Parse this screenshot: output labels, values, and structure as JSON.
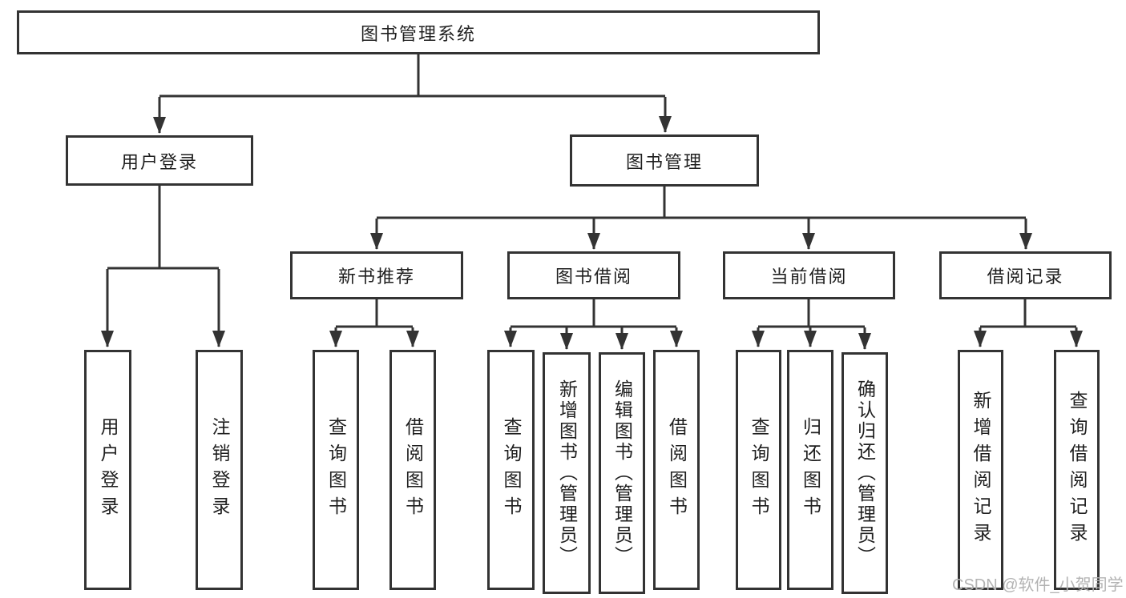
{
  "diagram": {
    "title_node": "图书管理系统",
    "root": {
      "label": "图书管理系统"
    },
    "branches": [
      {
        "label": "用户登录",
        "children": [
          {
            "label": "用户登录"
          },
          {
            "label": "注销登录"
          }
        ]
      },
      {
        "label": "图书管理",
        "groups": [
          {
            "label": "新书推荐",
            "children": [
              {
                "label": "查询图书"
              },
              {
                "label": "借阅图书"
              }
            ]
          },
          {
            "label": "图书借阅",
            "children": [
              {
                "label": "查询图书"
              },
              {
                "label": "新增图书（管理员）"
              },
              {
                "label": "编辑图书（管理员）"
              },
              {
                "label": "借阅图书"
              }
            ]
          },
          {
            "label": "当前借阅",
            "children": [
              {
                "label": "查询图书"
              },
              {
                "label": "归还图书"
              },
              {
                "label": "确认归还（管理员）"
              }
            ]
          },
          {
            "label": "借阅记录",
            "children": [
              {
                "label": "新增借阅记录"
              },
              {
                "label": "查询借阅记录"
              }
            ]
          }
        ]
      }
    ]
  },
  "watermark": {
    "text": "CSDN @软件_小贺同学"
  },
  "colors": {
    "line": "#333333",
    "box_border": "#333333",
    "text": "#1f1f1f",
    "watermark": "#b3b3b3",
    "background": "#ffffff"
  }
}
